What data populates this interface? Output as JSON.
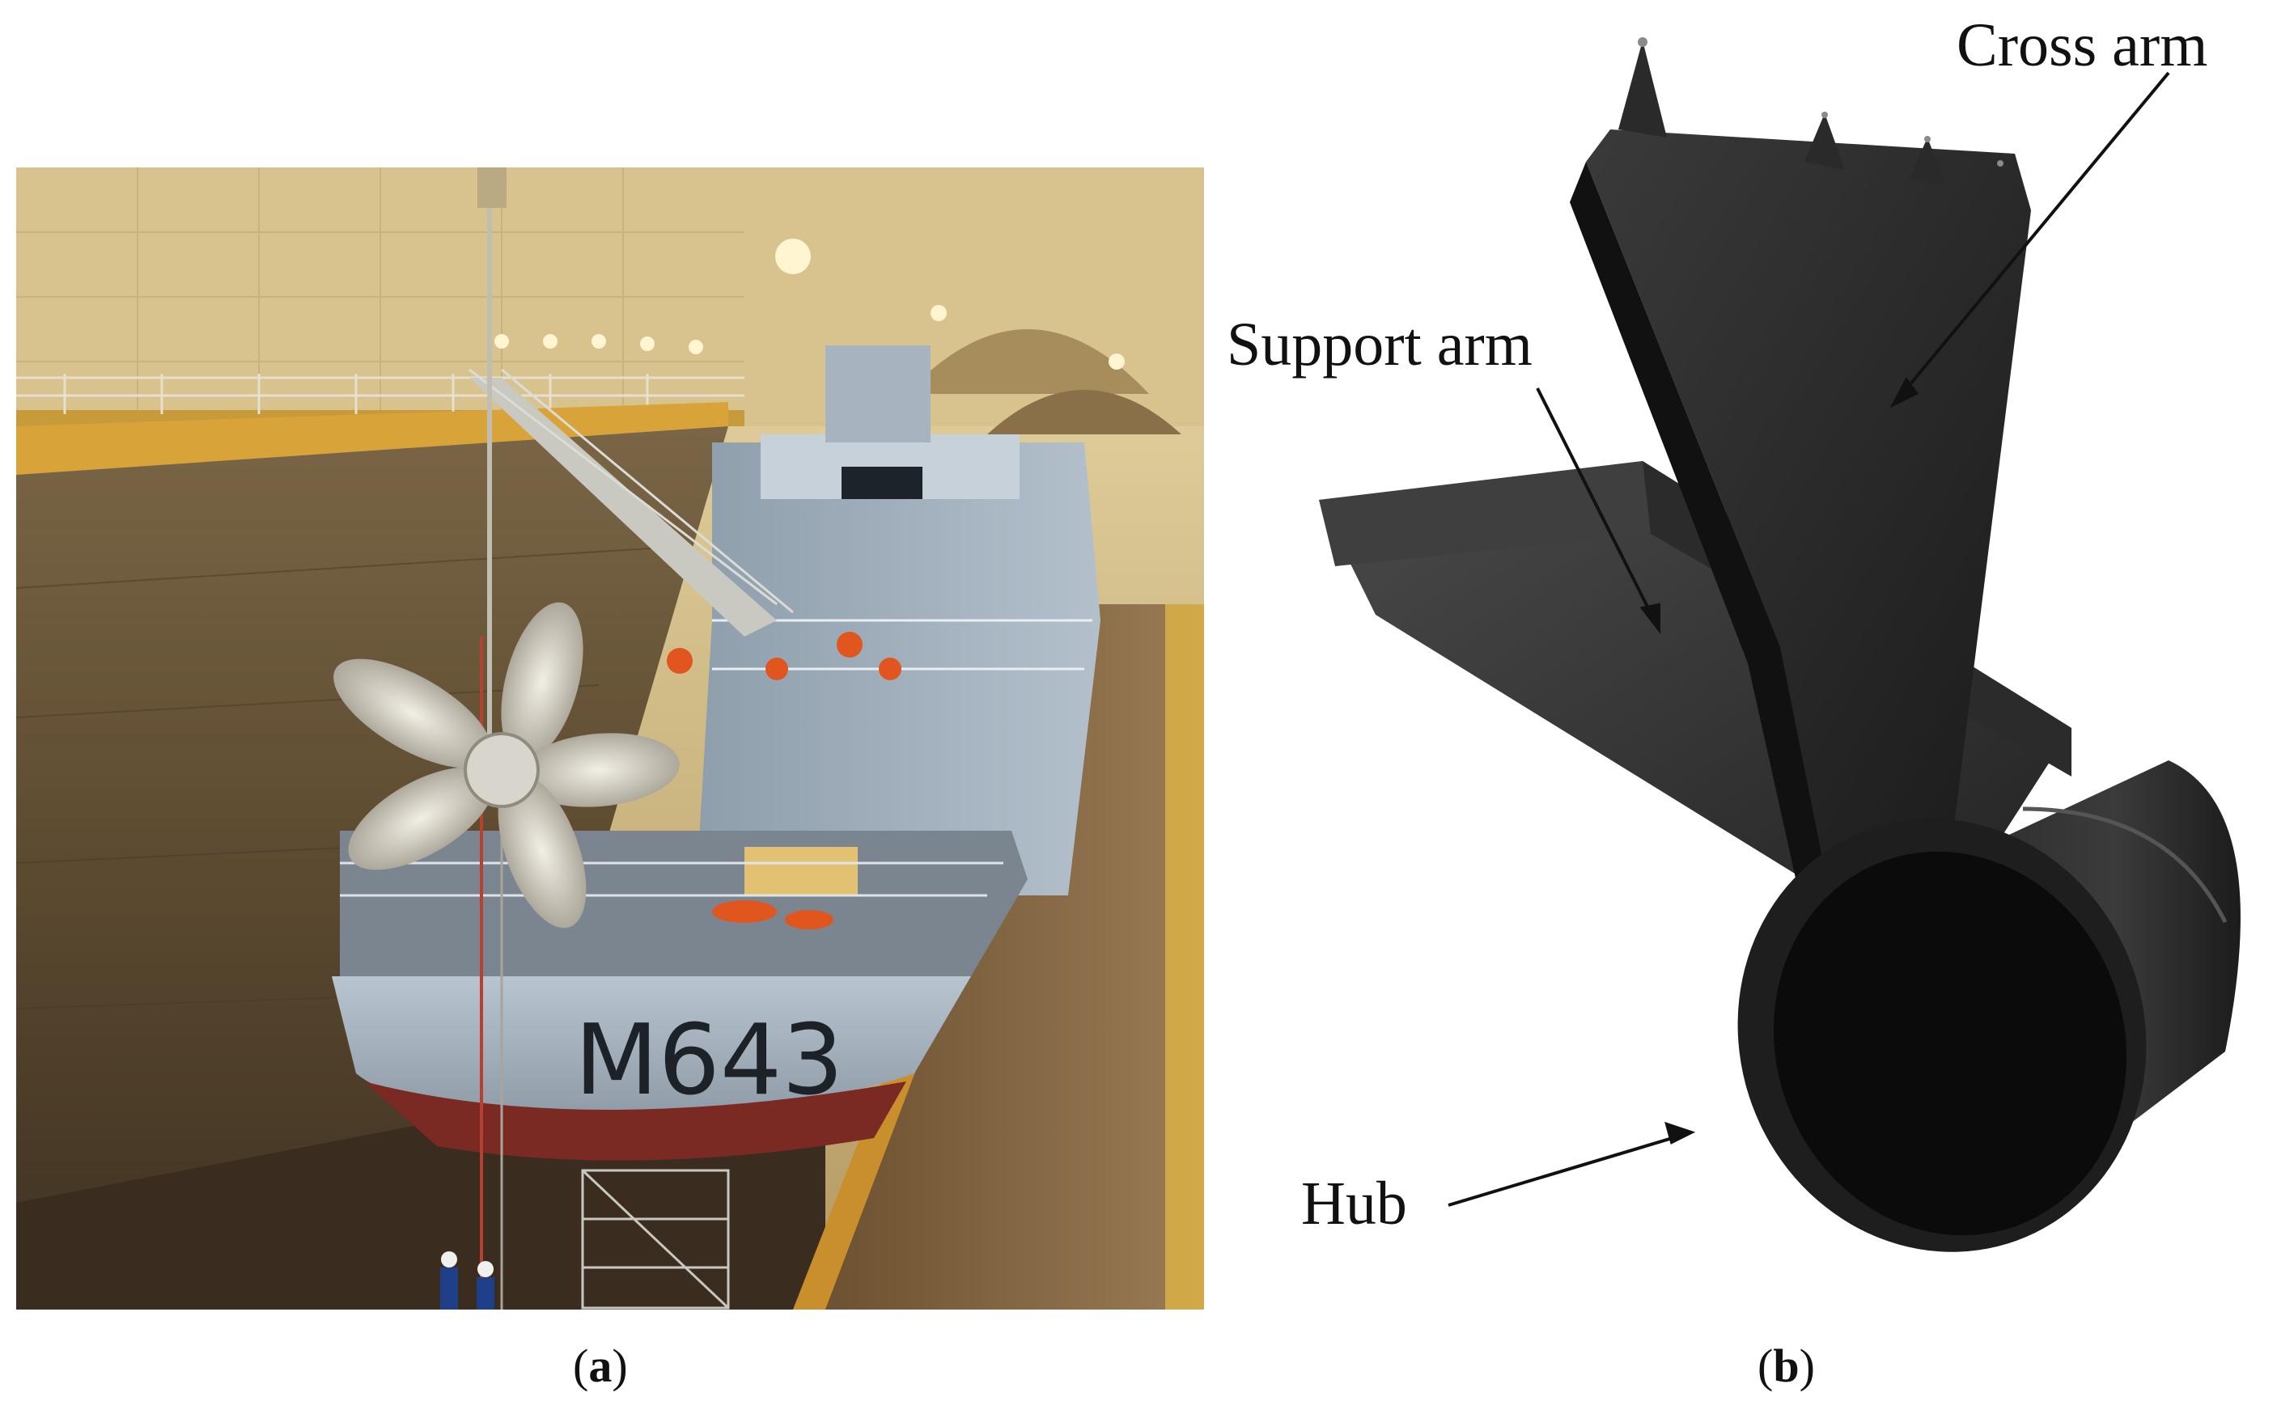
{
  "figure": {
    "panel_a": {
      "caption_open": "(",
      "caption_letter": "a",
      "caption_close": ")",
      "hull_number": "M643"
    },
    "panel_b": {
      "caption_open": "(",
      "caption_letter": "b",
      "caption_close": ")",
      "labels": {
        "cross_arm": "Cross arm",
        "support_arm": "Support arm",
        "hub": "Hub"
      }
    }
  },
  "colors": {
    "background": "#ffffff",
    "dock_wall": "#6e5a3a",
    "hull_grey": "#a9b6c2",
    "print_black": "#1e1e1e",
    "ceiling_light": "#f4dca0"
  }
}
